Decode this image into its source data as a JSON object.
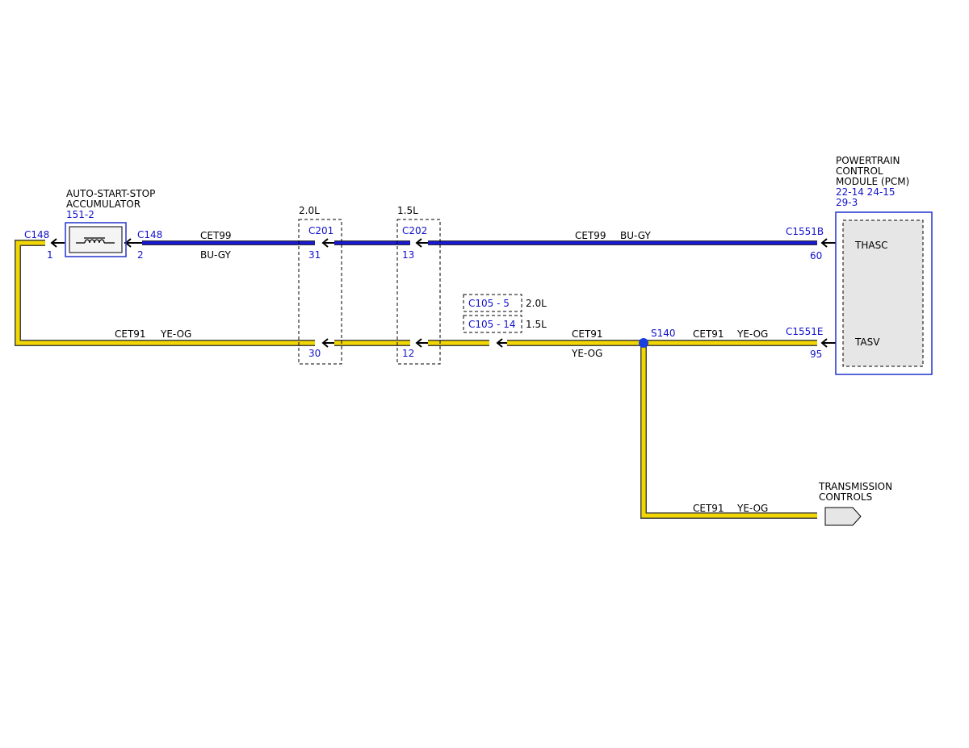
{
  "colors": {
    "wire_blue": "#1a1acc",
    "wire_yellow": "#f2d600",
    "wire_outline": "#333333",
    "ref_text": "#1111cc",
    "module_fill": "#e6e6e6",
    "module_border": "#2233cc",
    "splice_dot": "#1a3fe0"
  },
  "accumulator": {
    "title_line1": "AUTO-START-STOP",
    "title_line2": "ACCUMULATOR",
    "ref": "151-2",
    "icon": "solenoid-coil-icon"
  },
  "pcm": {
    "title_line1": "POWERTRAIN",
    "title_line2": "CONTROL",
    "title_line3": "MODULE (PCM)",
    "ref_line1": "22-14  24-15",
    "ref_line2": "29-3",
    "pin_thasc": "THASC",
    "pin_tasv": "TASV"
  },
  "connectors": {
    "c148_left": "C148",
    "c148_left_pin": "1",
    "c148_right": "C148",
    "c148_right_pin": "2",
    "c201": "C201",
    "c201_engine": "2.0L",
    "c201_pin_top": "31",
    "c201_pin_bottom": "30",
    "c202": "C202",
    "c202_engine": "1.5L",
    "c202_pin_top": "13",
    "c202_pin_bottom": "12",
    "c1551b": "C1551B",
    "c1551b_pin": "60",
    "c1551e": "C1551E",
    "c1551e_pin": "95",
    "c105_a": "C105  - 5",
    "c105_a_engine": "2.0L",
    "c105_b": "C105  - 14",
    "c105_b_engine": "1.5L",
    "splice": "S140"
  },
  "wires": {
    "cet99_circuit": "CET99",
    "cet99_color": "BU-GY",
    "cet91_circuit": "CET91",
    "cet91_color": "YE-OG"
  },
  "transmission": {
    "label_line1": "TRANSMISSION",
    "label_line2": "CONTROLS",
    "icon": "offpage-arrow-icon"
  }
}
